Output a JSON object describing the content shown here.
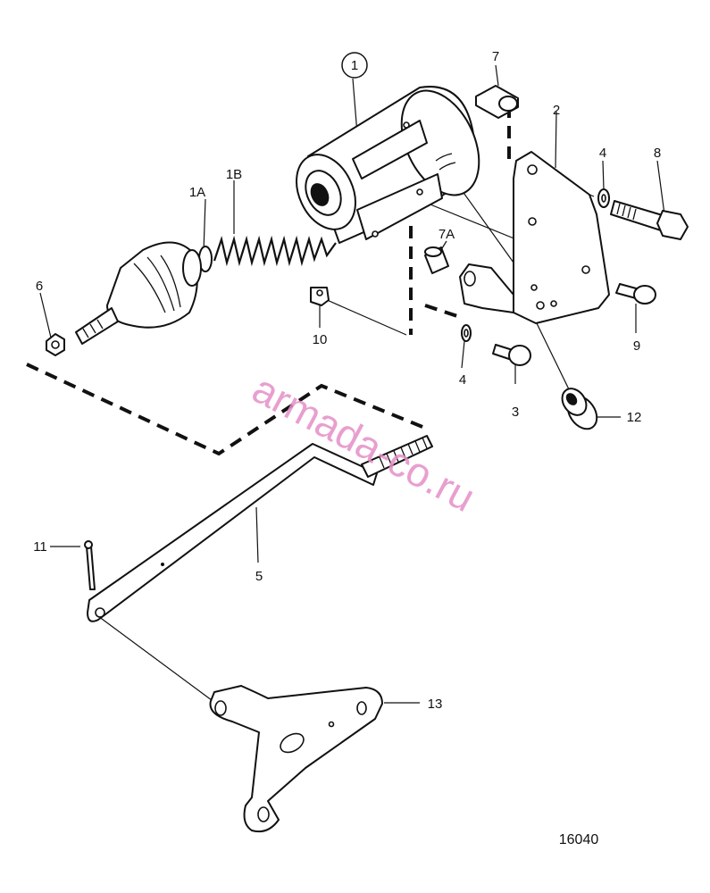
{
  "callouts": [
    {
      "key": "p1",
      "text": "1"
    },
    {
      "key": "p1a",
      "text": "1A"
    },
    {
      "key": "p1b",
      "text": "1B"
    },
    {
      "key": "p2",
      "text": "2"
    },
    {
      "key": "p3",
      "text": "3"
    },
    {
      "key": "p4a",
      "text": "4"
    },
    {
      "key": "p4b",
      "text": "4"
    },
    {
      "key": "p5",
      "text": "5"
    },
    {
      "key": "p6",
      "text": "6"
    },
    {
      "key": "p7",
      "text": "7"
    },
    {
      "key": "p7a",
      "text": "7A"
    },
    {
      "key": "p8",
      "text": "8"
    },
    {
      "key": "p9",
      "text": "9"
    },
    {
      "key": "p10",
      "text": "10"
    },
    {
      "key": "p11",
      "text": "11"
    },
    {
      "key": "p12",
      "text": "12"
    },
    {
      "key": "p13",
      "text": "13"
    }
  ],
  "figure_number": "16040",
  "watermark": "armada-co.ru",
  "colors": {
    "line": "#111111",
    "watermark": "#e58fc7",
    "background": "#ffffff"
  }
}
